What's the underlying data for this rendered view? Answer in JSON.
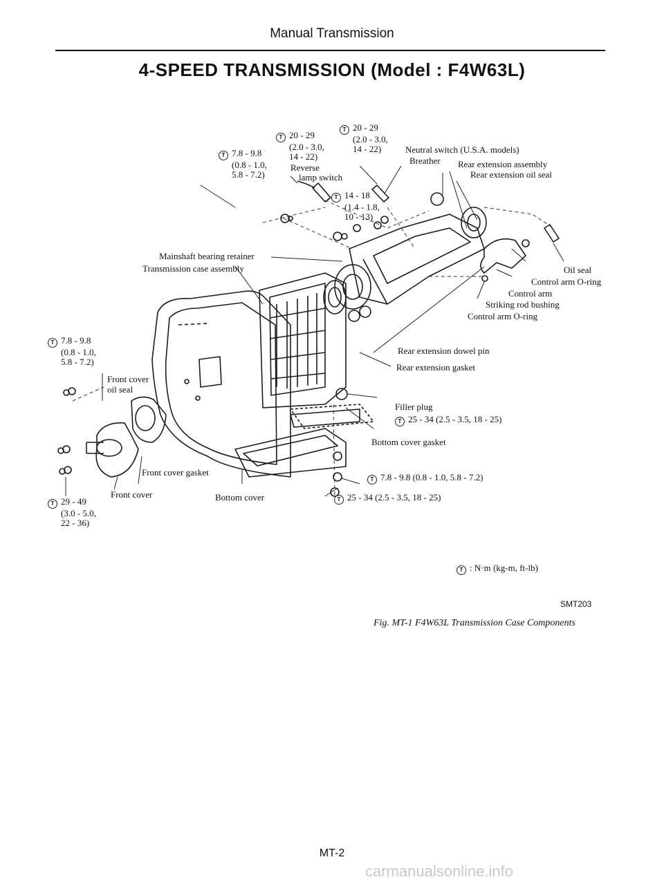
{
  "header": "Manual Transmission",
  "title": "4-SPEED TRANSMISSION (Model : F4W63L)",
  "torque_icon": "T",
  "torque_specs": {
    "t1": [
      "7.8 - 9.8",
      "(0.8 - 1.0,",
      "5.8 - 7.2)"
    ],
    "t2": [
      "20 - 29",
      "(2.0 - 3.0,",
      "14 - 22)"
    ],
    "t3": [
      "20 - 29",
      "(2.0 - 3.0,",
      "14 - 22)"
    ],
    "t4": [
      "14 - 18",
      "(1.4 - 1.8,",
      "10 - 13)"
    ],
    "t5": [
      "7.8 - 9.8",
      "(0.8 - 1.0,",
      "5.8 - 7.2)"
    ],
    "t6": [
      "29 - 49",
      "(3.0 - 5.0,",
      "22 - 36)"
    ],
    "t7": "25 - 34 (2.5 - 3.5, 18 - 25)",
    "t8": "7.8 - 9.8 (0.8 - 1.0, 5.8 - 7.2)",
    "t9": "25 - 34 (2.5 - 3.5, 18 - 25)"
  },
  "labels": {
    "reverse": "Reverse",
    "lamp_switch": "lamp switch",
    "neutral_switch": "Neutral switch (U.S.A. models)",
    "breather": "Breather",
    "rear_ext_assembly": "Rear extension assembly",
    "rear_ext_oil_seal": "Rear extension oil seal",
    "mainshaft_retainer": "Mainshaft bearing retainer",
    "trans_case": "Transmission case assembly",
    "oil_seal": "Oil seal",
    "control_arm_oring_1": "Control arm O-ring",
    "control_arm": "Control arm",
    "striking_rod": "Striking rod bushing",
    "control_arm_oring_2": "Control arm O-ring",
    "dowel_pin": "Rear extension dowel pin",
    "rear_ext_gasket": "Rear extension gasket",
    "front_cover_oil_seal_1": "Front cover",
    "front_cover_oil_seal_2": "oil seal",
    "filler_plug": "Filler plug",
    "bottom_cover_gasket": "Bottom cover gasket",
    "front_cover_gasket": "Front cover gasket",
    "front_cover": "Front cover",
    "bottom_cover": "Bottom cover"
  },
  "legend": ": N·m (kg-m, ft-lb)",
  "figure_code": "SMT203",
  "caption": "Fig. MT-1  F4W63L Transmission Case Components",
  "page_number": "MT-2",
  "watermark": "carmanualsonline.info"
}
